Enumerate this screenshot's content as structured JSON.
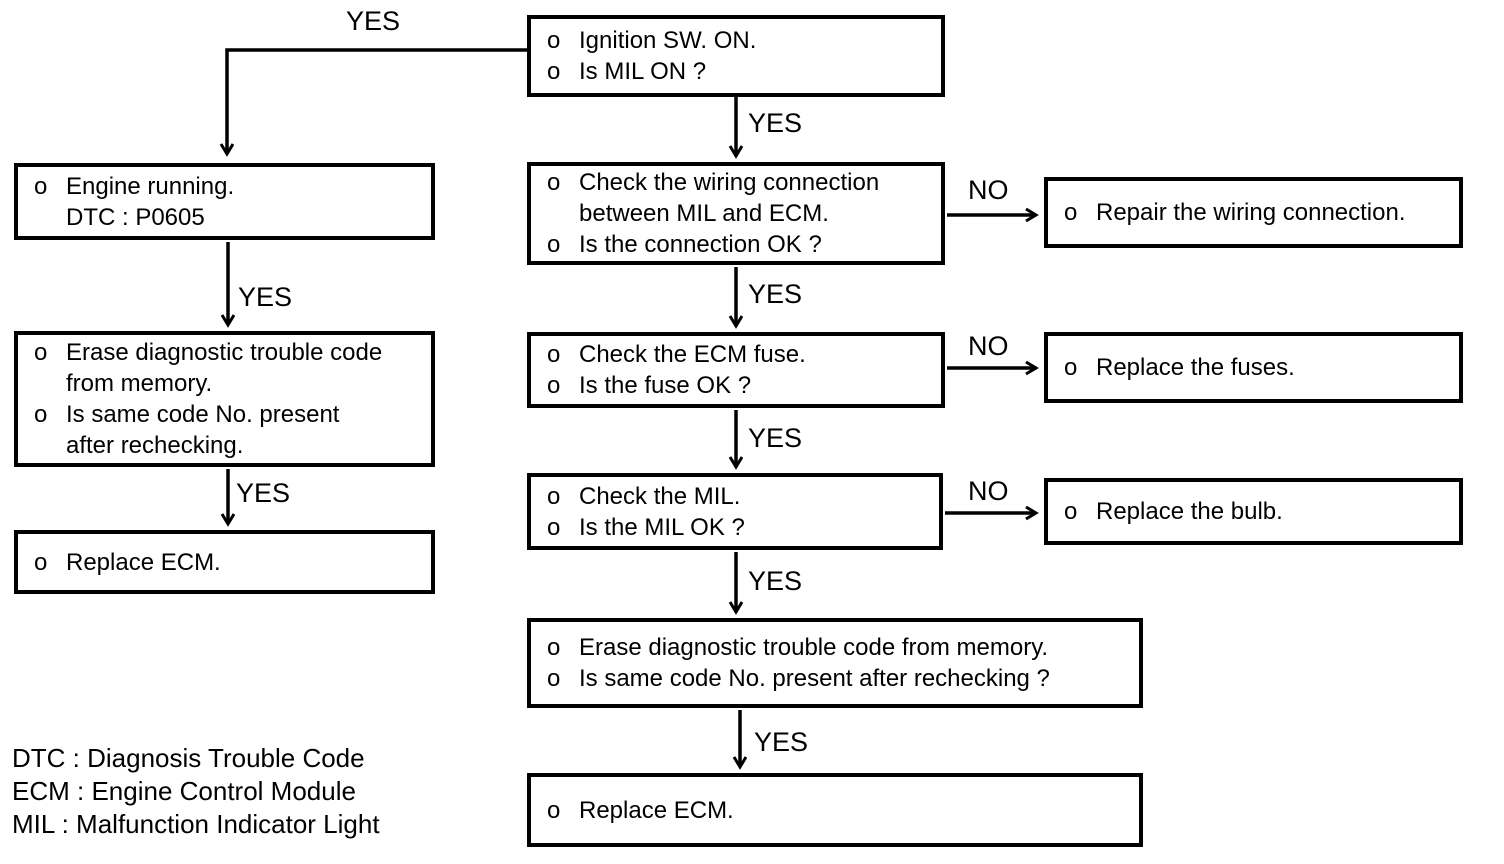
{
  "labels": {
    "yes": "YES",
    "no": "NO"
  },
  "boxes": {
    "ignition": {
      "lines": [
        {
          "bullet": "o",
          "text": "Ignition SW. ON."
        },
        {
          "bullet": "o",
          "text": "Is MIL ON ?"
        }
      ]
    },
    "engine_running": {
      "lines": [
        {
          "bullet": "o",
          "text": "Engine running."
        },
        {
          "bullet": "",
          "text": "DTC : P0605"
        }
      ]
    },
    "erase_left": {
      "lines": [
        {
          "bullet": "o",
          "text": "Erase diagnostic trouble code"
        },
        {
          "bullet": "",
          "text": "from memory."
        },
        {
          "bullet": "o",
          "text": "Is same code No. present"
        },
        {
          "bullet": "",
          "text": "after rechecking."
        }
      ]
    },
    "replace_ecm_left": {
      "lines": [
        {
          "bullet": "o",
          "text": "Replace ECM."
        }
      ]
    },
    "check_wiring": {
      "lines": [
        {
          "bullet": "o",
          "text": "Check the wiring connection"
        },
        {
          "bullet": "",
          "text": "between MIL and ECM."
        },
        {
          "bullet": "o",
          "text": "Is the connection OK ?"
        }
      ]
    },
    "repair_wiring": {
      "lines": [
        {
          "bullet": "o",
          "text": "Repair the wiring connection."
        }
      ]
    },
    "check_fuse": {
      "lines": [
        {
          "bullet": "o",
          "text": "Check the ECM fuse."
        },
        {
          "bullet": "o",
          "text": "Is the fuse OK ?"
        }
      ]
    },
    "replace_fuses": {
      "lines": [
        {
          "bullet": "o",
          "text": "Replace the fuses."
        }
      ]
    },
    "check_mil": {
      "lines": [
        {
          "bullet": "o",
          "text": "Check the MIL."
        },
        {
          "bullet": "o",
          "text": "Is the MIL OK ?"
        }
      ]
    },
    "replace_bulb": {
      "lines": [
        {
          "bullet": "o",
          "text": "Replace the bulb."
        }
      ]
    },
    "erase_center": {
      "lines": [
        {
          "bullet": "o",
          "text": "Erase diagnostic trouble code from memory."
        },
        {
          "bullet": "o",
          "text": "Is same code No. present after rechecking ?"
        }
      ]
    },
    "replace_ecm_center": {
      "lines": [
        {
          "bullet": "o",
          "text": "Replace ECM."
        }
      ]
    }
  },
  "legend": {
    "line1": "DTC : Diagnosis Trouble Code",
    "line2": "ECM : Engine Control Module",
    "line3": "MIL : Malfunction Indicator Light"
  },
  "colors": {
    "ink": "#000000",
    "background": "#ffffff"
  }
}
